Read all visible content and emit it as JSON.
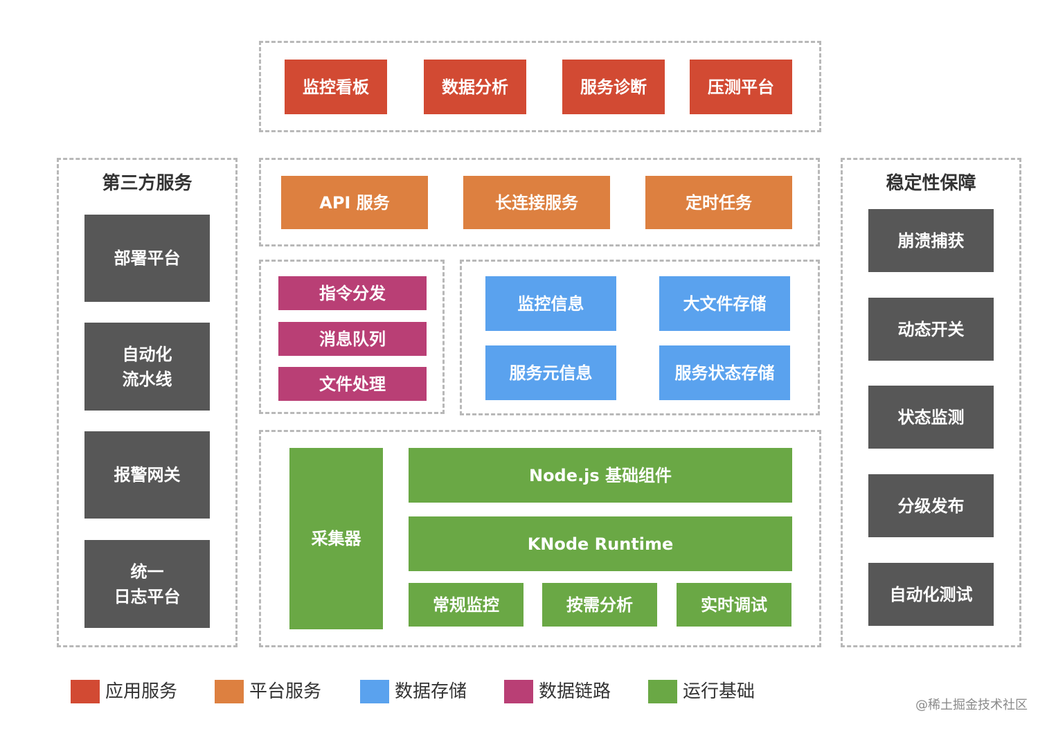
{
  "top_group": {
    "items": [
      "监控看板",
      "数据分析",
      "服务诊断",
      "压测平台"
    ]
  },
  "left_group": {
    "title": "第三方服务",
    "items": [
      "部署平台",
      "自动化\n流水线",
      "报警网关",
      "统一\n日志平台"
    ]
  },
  "right_group": {
    "title": "稳定性保障",
    "items": [
      "崩溃捕获",
      "动态开关",
      "状态监测",
      "分级发布",
      "自动化测试"
    ]
  },
  "platform_group": {
    "items": [
      "API 服务",
      "长连接服务",
      "定时任务"
    ]
  },
  "link_group": {
    "items": [
      "指令分发",
      "消息队列",
      "文件处理"
    ]
  },
  "storage_group": {
    "items": [
      "监控信息",
      "大文件存储",
      "服务元信息",
      "服务状态存储"
    ]
  },
  "base_group": {
    "collector": "采集器",
    "nodejs": "Node.js 基础组件",
    "runtime": "KNode Runtime",
    "sub_items": [
      "常规监控",
      "按需分析",
      "实时调试"
    ]
  },
  "legend": {
    "items": [
      {
        "label": "应用服务",
        "color": "#d24a33"
      },
      {
        "label": "平台服务",
        "color": "#dd8040"
      },
      {
        "label": "数据存储",
        "color": "#5aa2ee"
      },
      {
        "label": "数据链路",
        "color": "#b93f75"
      },
      {
        "label": "运行基础",
        "color": "#6aa845"
      }
    ]
  },
  "watermark": "@稀土掘金技术社区"
}
